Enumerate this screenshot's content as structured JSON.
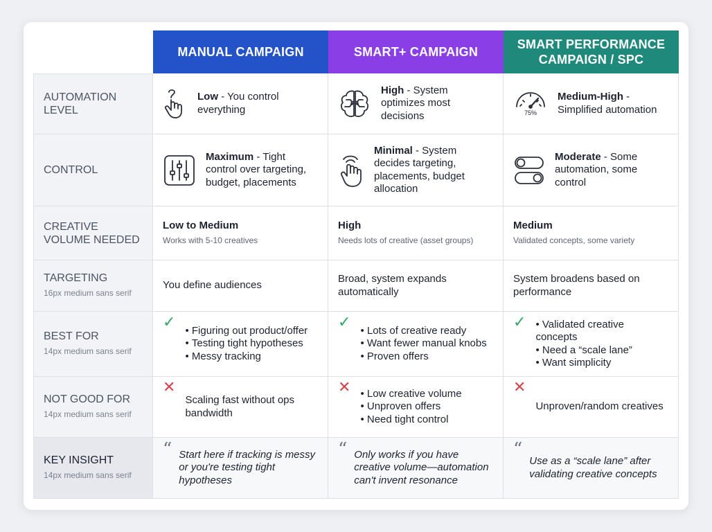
{
  "columns": [
    {
      "title": "MANUAL CAMPAIGN",
      "color": "#2453c9"
    },
    {
      "title": "SMART+ CAMPAIGN",
      "color": "#8a3fe6"
    },
    {
      "title": "SMART PERFORMANCE CAMPAIGN / SPC",
      "color": "#1f8a7c"
    }
  ],
  "rows": {
    "automation": {
      "label": "AUTOMATION LEVEL",
      "cells": [
        {
          "bold": "Low",
          "rest": " - You control everything",
          "icon": "mouse-hand-icon"
        },
        {
          "bold": "High",
          "rest": " - System optimizes most decisions",
          "icon": "brain-circuit-icon"
        },
        {
          "bold": "Medium-High",
          "rest": " - Simplified automation",
          "icon": "gauge-icon",
          "gauge_value": "75%"
        }
      ]
    },
    "control": {
      "label": "CONTROL",
      "cells": [
        {
          "bold": "Maximum",
          "rest": " - Tight control over targeting, budget, placements",
          "icon": "sliders-icon"
        },
        {
          "bold": "Minimal",
          "rest": " - System decides targeting, placements, budget allocation",
          "icon": "touch-hand-icon"
        },
        {
          "bold": "Moderate",
          "rest": " - Some automation, some control",
          "icon": "toggles-icon"
        }
      ]
    },
    "creative": {
      "label": "CREATIVE VOLUME NEEDED",
      "cells": [
        {
          "title": "Low to Medium",
          "sub": "Works with 5-10 creatives"
        },
        {
          "title": "High",
          "sub": "Needs lots of creative (asset groups)"
        },
        {
          "title": "Medium",
          "sub": "Validated concepts, some variety"
        }
      ]
    },
    "targeting": {
      "label": "TARGETING",
      "sub": "16px medium sans serif",
      "cells": [
        "You define audiences",
        "Broad, system expands automatically",
        "System broadens based on performance"
      ]
    },
    "best_for": {
      "label": "BEST FOR",
      "sub": "14px medium sans serif",
      "cells": [
        [
          "Figuring out product/offer",
          "Testing tight hypotheses",
          "Messy tracking"
        ],
        [
          "Lots of creative ready",
          "Want fewer manual knobs",
          "Proven offers"
        ],
        [
          "Validated creative concepts",
          "Need a “scale lane”",
          "Want simplicity"
        ]
      ]
    },
    "not_good_for": {
      "label": "NOT GOOD FOR",
      "sub": "14px medium sans serif",
      "cells": [
        [
          "Scaling fast without ops bandwidth"
        ],
        [
          "Low creative volume",
          "Unproven offers",
          "Need tight control"
        ],
        [
          "Unproven/random creatives"
        ]
      ]
    },
    "key_insight": {
      "label": "KEY INSIGHT",
      "sub": "14px medium sans serif",
      "cells": [
        "Start here if tracking is messy or you're testing tight hypotheses",
        "Only works if you have creative volume—automation can't invent resonance",
        "Use as a “scale lane” after validating creative concepts"
      ]
    }
  },
  "symbols": {
    "check": "✓",
    "cross": "✕",
    "quote": "“"
  }
}
